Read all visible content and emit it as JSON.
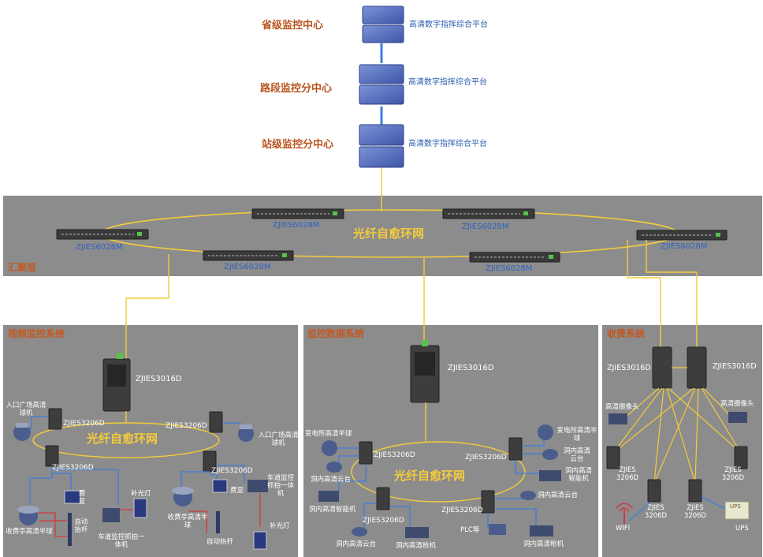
{
  "centers": [
    {
      "name": "省级监控中心",
      "platform": "高清数字指挥综合平台"
    },
    {
      "name": "路段监控分中心",
      "platform": "高清数字指挥综合平台"
    },
    {
      "name": "站级监控分中心",
      "platform": "高清数字指挥综合平台"
    }
  ],
  "aggregation": {
    "layer_label": "汇聚层",
    "ring_label": "光纤自愈环网",
    "switches": [
      "ZJIES6028M",
      "ZJIES6028M",
      "ZJIES6028M",
      "ZJIES6028M",
      "ZJIES6028M",
      "ZJIES6028M"
    ]
  },
  "video": {
    "title": "视频监控系统",
    "core_switch": "ZJIES3016D",
    "ring_label": "光纤自愈环网",
    "switches": [
      "ZJIES3206D",
      "ZJIES3206D",
      "ZJIES3206D",
      "ZJIES3206D"
    ],
    "devices": [
      "入口广场高清球机",
      "入口广场高清球机",
      "收费亭高清半球",
      "费显",
      "自动抬杆",
      "补光灯",
      "车道监控抓拍一体机",
      "收费亭高清半球",
      "费显",
      "自动抬杆",
      "车道监控抓拍一体机",
      "补光灯"
    ]
  },
  "data": {
    "title": "监控数据系统",
    "core_switch": "ZJIES3016D",
    "ring_label": "光纤自愈环网",
    "switches": [
      "ZJIES3206D",
      "ZJIES3206D",
      "ZJIES3206D",
      "ZJIES3206D"
    ],
    "devices": [
      "变电所高清半球",
      "洞内高清云台",
      "洞内高清智能机",
      "洞内高清云台",
      "洞内高清枪机",
      "变电所高清半球",
      "洞内高清云台",
      "洞内高清智能机",
      "洞内高清云台",
      "PLC等",
      "洞内高清枪机"
    ]
  },
  "toll": {
    "title": "收费系统",
    "core_switches": [
      "ZJIES3016D",
      "ZJIES3016D"
    ],
    "switches": [
      "ZJIES 3206D",
      "ZJIES 3206D",
      "ZJIES 3206D",
      "ZJIES 3206D"
    ],
    "devices": [
      "高清摄像头",
      "高清摄像头",
      "WIFI",
      "UPS"
    ],
    "ups_badge": "UPS"
  },
  "colors": {
    "band": "#8c8c8c",
    "ring": "#f3cb3c",
    "blue_link": "#3d7de0",
    "red_link": "#d23a3a"
  }
}
